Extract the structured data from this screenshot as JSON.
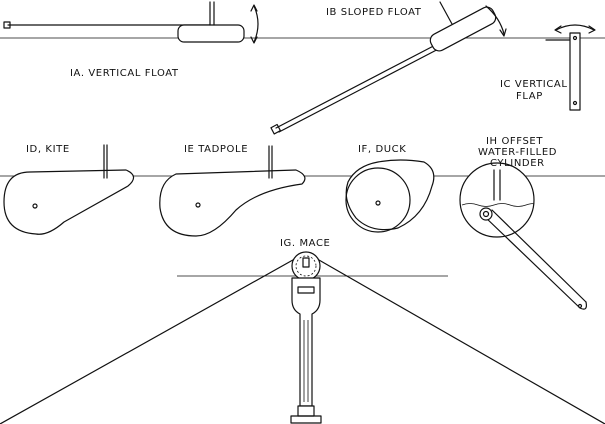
{
  "labels": {
    "1a": "IA. VERTICAL FLOAT",
    "1b": "IB SLOPED FLOAT",
    "1c_line1": "IC VERTICAL",
    "1c_line2": "FLAP",
    "1d": "ID, KITE",
    "1e": "IE TADPOLE",
    "1f": "IF, DUCK",
    "1h_line1": "IH OFFSET",
    "1h_line2": "WATER-FILLED",
    "1h_line3": "CYLINDER",
    "1g": "IG. MACE"
  }
}
